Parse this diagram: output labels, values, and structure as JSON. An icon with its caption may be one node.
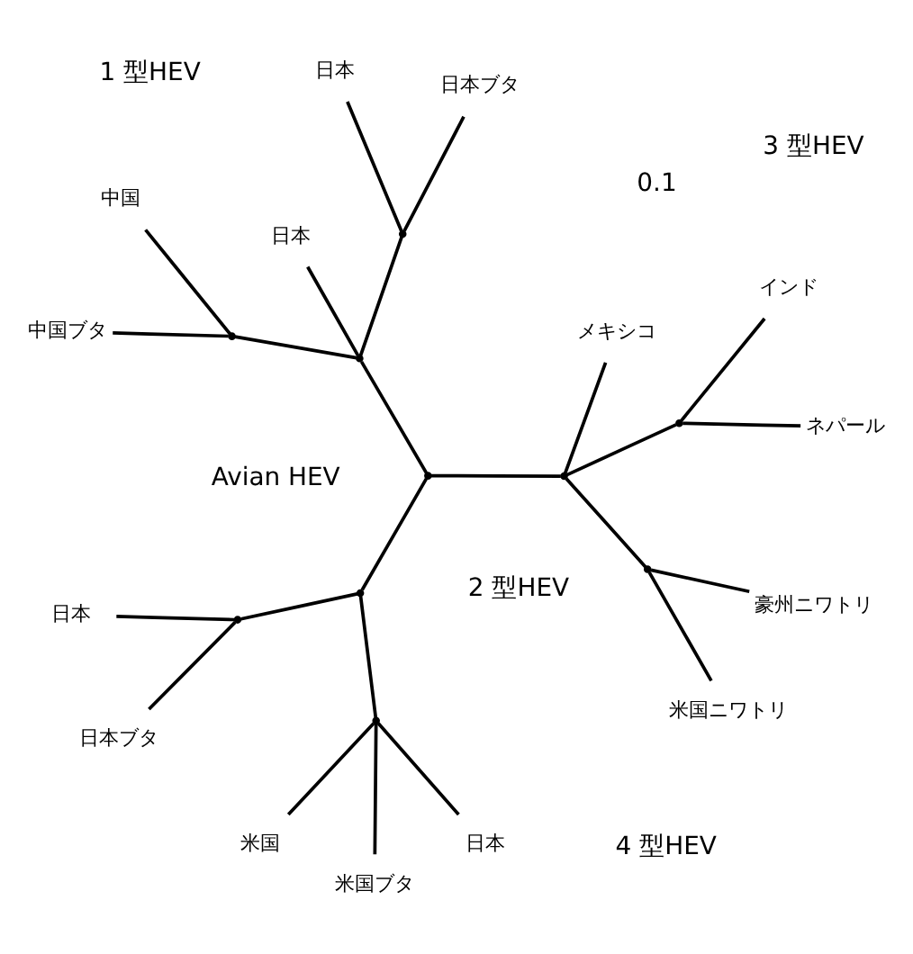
{
  "diagram": {
    "nodes": [
      {
        "text": [
          "米国ニワトリ"
        ]
      },
      {
        "text": [
          "豪州ニワトリ"
        ]
      },
      {
        "text": [],
        "shape": "point"
      },
      {
        "text": [
          "メキシコ"
        ]
      },
      {
        "text": [],
        "shape": "point"
      },
      {
        "text": [
          "日本"
        ]
      },
      {
        "text": [
          "日本ブタ"
        ]
      },
      {
        "text": [
          "日本"
        ]
      },
      {
        "text": [
          "米国"
        ]
      },
      {
        "text": [
          "米国ブタ"
        ]
      },
      {
        "text": [],
        "shape": "point"
      },
      {
        "text": [],
        "shape": "point"
      },
      {
        "text": [],
        "shape": "point"
      },
      {
        "text": [],
        "shape": "point"
      },
      {
        "text": [
          "インド"
        ]
      },
      {
        "text": [
          "ネパール"
        ]
      },
      {
        "text": [],
        "shape": "point"
      },
      {
        "text": [
          "中国"
        ]
      },
      {
        "text": [],
        "shape": "point"
      },
      {
        "text": [],
        "shape": "point"
      },
      {
        "text": [
          "中国ブタ"
        ]
      },
      {
        "text": [
          "日本"
        ]
      },
      {
        "text": [
          "日本ブタ"
        ]
      },
      {
        "text": [],
        "shape": "point"
      },
      {
        "text": [
          "日本"
        ]
      }
    ],
    "edges": [
      {
        "from": 2,
        "to": 0,
        "arrow": "none"
      },
      {
        "from": 2,
        "to": 1,
        "arrow": "none"
      },
      {
        "from": 2,
        "to": 4,
        "arrow": "none"
      },
      {
        "from": 4,
        "to": 3,
        "arrow": "none"
      },
      {
        "from": 4,
        "to": 16,
        "arrow": "none"
      },
      {
        "from": 16,
        "to": 14,
        "arrow": "none"
      },
      {
        "from": 16,
        "to": 15,
        "arrow": "none"
      },
      {
        "from": 4,
        "to": 13,
        "arrow": "none"
      },
      {
        "from": 13,
        "to": 12,
        "arrow": "none"
      },
      {
        "from": 12,
        "to": 10,
        "arrow": "none"
      },
      {
        "from": 10,
        "to": 5,
        "arrow": "none"
      },
      {
        "from": 10,
        "to": 6,
        "arrow": "none"
      },
      {
        "from": 12,
        "to": 11,
        "arrow": "none"
      },
      {
        "from": 11,
        "to": 7,
        "arrow": "none"
      },
      {
        "from": 11,
        "to": 8,
        "arrow": "none"
      },
      {
        "from": 11,
        "to": 9,
        "arrow": "none"
      },
      {
        "from": 13,
        "to": 18,
        "arrow": "none"
      },
      {
        "from": 18,
        "to": 19,
        "arrow": "none"
      },
      {
        "from": 19,
        "to": 17,
        "arrow": "none"
      },
      {
        "from": 19,
        "to": 20,
        "arrow": "none"
      },
      {
        "from": 18,
        "to": 23,
        "arrow": "none"
      },
      {
        "from": 23,
        "to": 21,
        "arrow": "none"
      },
      {
        "from": 23,
        "to": 22,
        "arrow": "none"
      },
      {
        "from": 18,
        "to": 24,
        "arrow": "none"
      }
    ],
    "labels": [
      "Avian HEV",
      "2 型HEV",
      "3 型HEV",
      "1 型HEV",
      "4 型HEV",
      "0.1"
    ]
  }
}
